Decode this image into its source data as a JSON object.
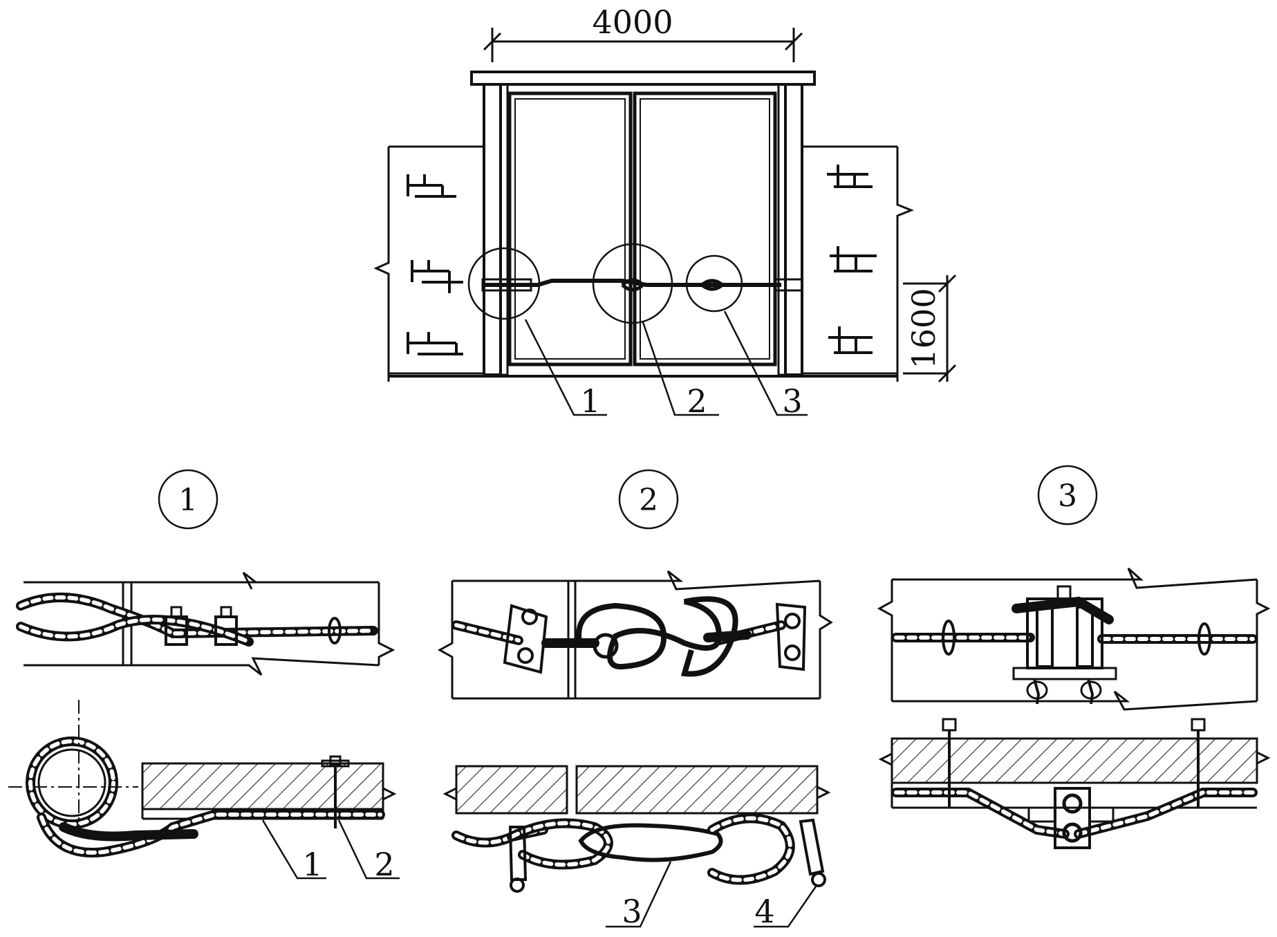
{
  "elevation": {
    "width_dimension": "4000",
    "height_dimension": "1600",
    "callouts": [
      "1",
      "2",
      "3"
    ]
  },
  "details": [
    {
      "id": "1",
      "labels": [
        "1",
        "2"
      ]
    },
    {
      "id": "2",
      "labels": [
        "3",
        "4"
      ]
    },
    {
      "id": "3",
      "labels": []
    }
  ],
  "colors": {
    "ink": "#111111",
    "paper": "#ffffff"
  }
}
